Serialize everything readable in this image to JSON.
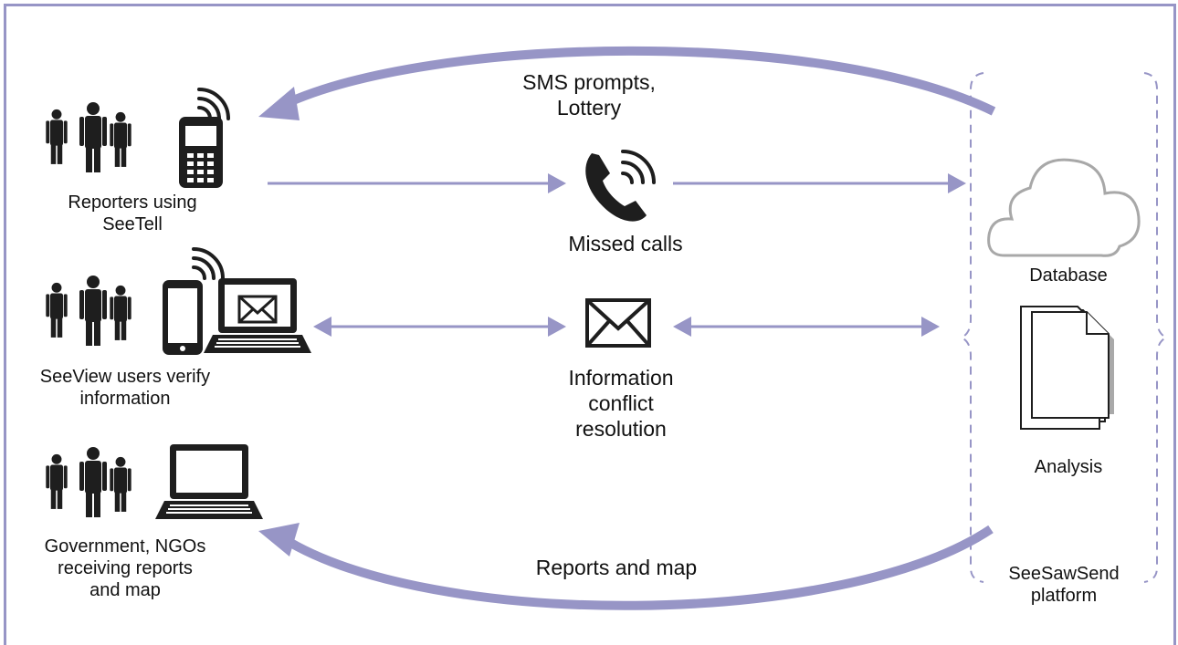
{
  "flows": {
    "top_label_line1": "SMS prompts,",
    "top_label_line2": "Lottery",
    "missed_calls": "Missed calls",
    "info_line1": "Information",
    "info_line2": "conflict",
    "info_line3": "resolution",
    "bottom_label": "Reports and map"
  },
  "actors": {
    "reporters_line1": "Reporters using",
    "reporters_line2": "SeeTell",
    "seeview_line1": "SeeView users verify",
    "seeview_line2": "information",
    "gov_line1": "Government, NGOs",
    "gov_line2": "receiving reports",
    "gov_line3": "and map"
  },
  "platform": {
    "database": "Database",
    "analysis": "Analysis",
    "name_line1": "SeeSawSend",
    "name_line2": "platform"
  },
  "colors": {
    "accent": "#9795c6",
    "icon": "#1e1e1e"
  }
}
